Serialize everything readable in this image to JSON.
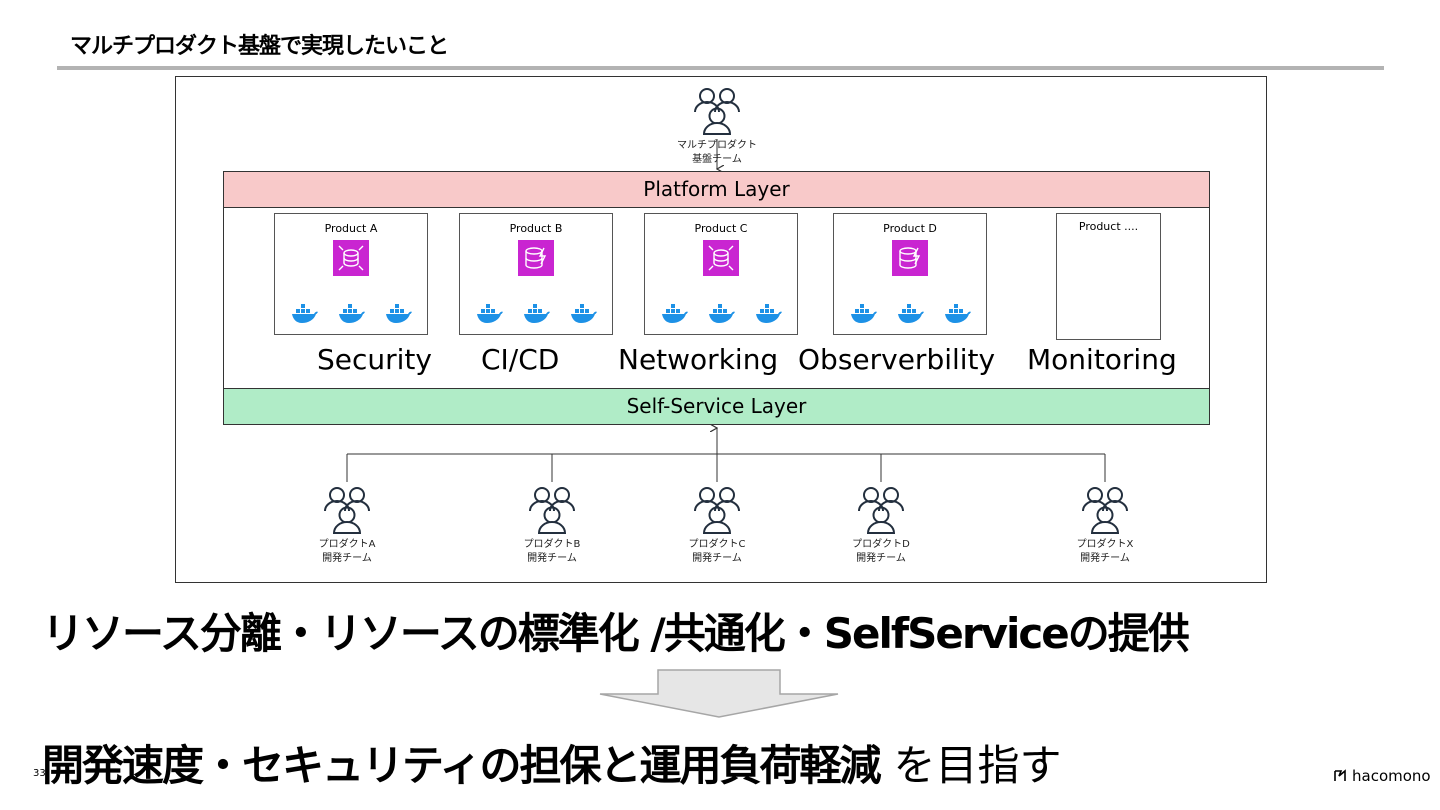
{
  "slide": {
    "title": "マルチプロダクト基盤で実現したいこと",
    "page_number": "33",
    "logo_text": "hacomono"
  },
  "diagram": {
    "platform_team": {
      "line1": "マルチプロダクト",
      "line2": "基盤チーム"
    },
    "platform_layer": "Platform Layer",
    "selfservice_layer": "Self-Service Layer",
    "products": [
      {
        "label": "Product A",
        "icon": "aurora-database-icon",
        "containers": 3
      },
      {
        "label": "Product B",
        "icon": "dynamodb-icon",
        "containers": 3
      },
      {
        "label": "Product C",
        "icon": "aurora-database-icon",
        "containers": 3
      },
      {
        "label": "Product D",
        "icon": "dynamodb-icon",
        "containers": 3
      },
      {
        "label": "Product ....",
        "icon": "",
        "containers": 0
      }
    ],
    "capabilities": [
      "Security",
      "CI/CD",
      "Networking",
      "Observerbility",
      "Monitoring"
    ],
    "dev_teams": [
      {
        "line1": "プロダクトA",
        "line2": "開発チーム"
      },
      {
        "line1": "プロダクトB",
        "line2": "開発チーム"
      },
      {
        "line1": "プロダクトC",
        "line2": "開発チーム"
      },
      {
        "line1": "プロダクトD",
        "line2": "開発チーム"
      },
      {
        "line1": "プロダクトX",
        "line2": "開発チーム"
      }
    ],
    "colors": {
      "platform": "#f8c9c9",
      "selfservice": "#b0ecc7",
      "product_icon": "#c925d1",
      "container": "#1d91e6"
    }
  },
  "headline1": "リソース分離・リソースの標準化 /共通化・SelfServiceの提供",
  "headline2": {
    "bold": "開発速度・セキュリティの担保と運用負荷軽減",
    "suffix": "を目指す"
  }
}
